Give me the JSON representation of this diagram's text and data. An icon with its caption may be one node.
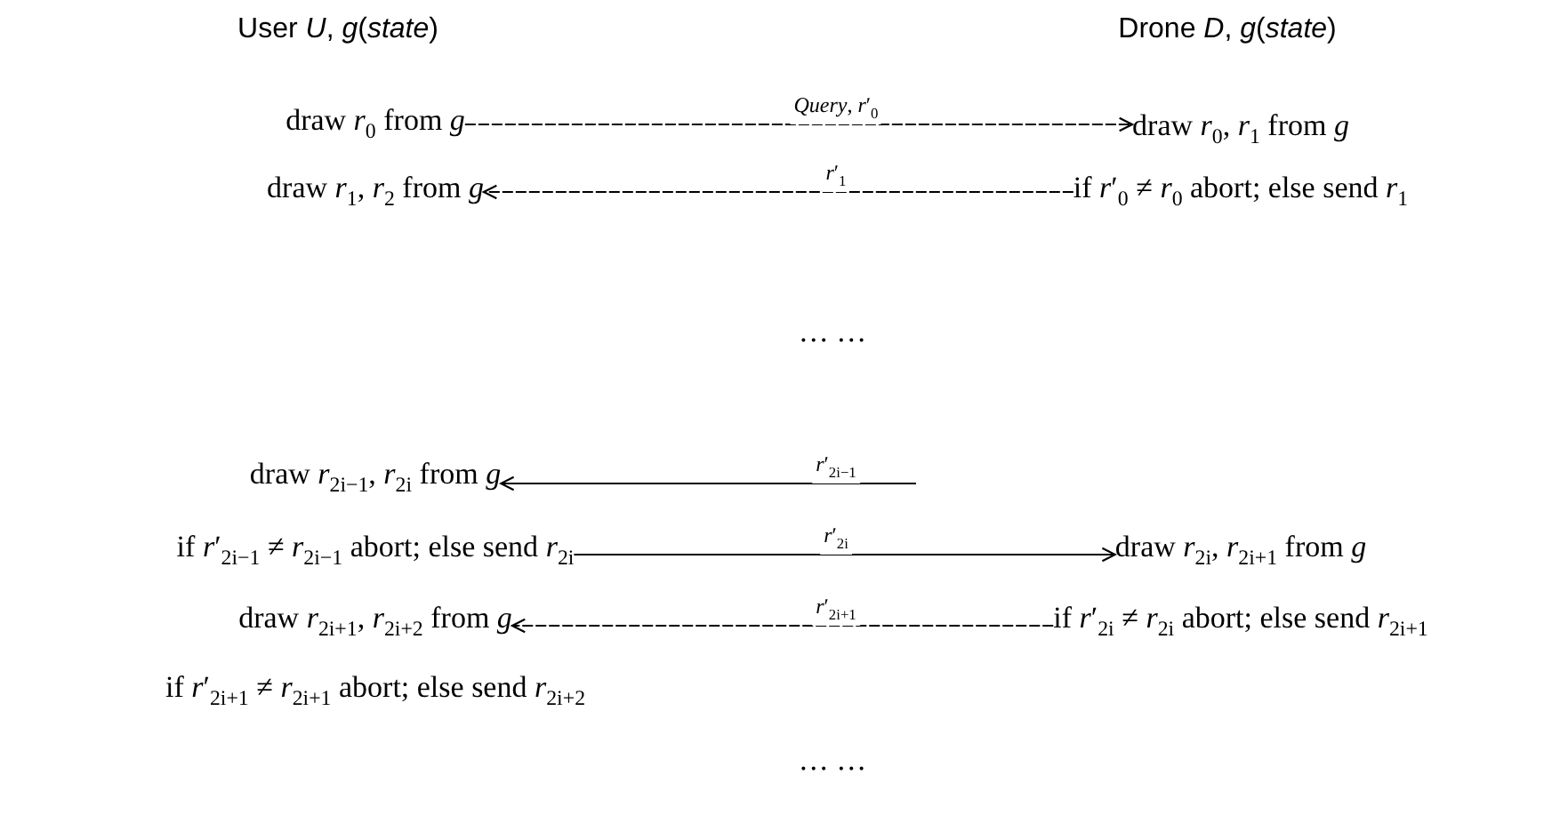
{
  "diagram": {
    "nodes": [
      {
        "text": [
          "draw *r*$_{0}$ from *g*"
        ]
      },
      {
        "text": [
          "draw *r*$_{0}$, *r*$_{1}$ from *g*"
        ]
      },
      {
        "text": [
          "draw *r*$_{1}$, *r*$_{2}$ from *g*"
        ]
      },
      {
        "text": [
          "if *r*′$_{0}$ ≠ *r*$_{0}$ abort; else send *r*$_{1}$"
        ]
      },
      {
        "text": [
          "draw *r*$_{2i−1}$, *r*$_{2i}$ from *g*"
        ]
      },
      {
        "text": [
          "if *r*′$_{2i−1}$ ≠ *r*$_{2i−1}$ abort; else send *r*$_{2i}$"
        ]
      },
      {
        "text": [
          "draw *r*$_{2i}$, *r*$_{2i+1}$ from *g*"
        ]
      },
      {
        "text": [
          "draw *r*$_{2i+1}$, *r*$_{2i+2}$ from *g*"
        ]
      },
      {
        "text": [
          "if *r*′$_{2i}$ ≠ *r*$_{2i}$ abort; else send *r*$_{2i+1}$"
        ]
      },
      {
        "text": [
          "if *r*′$_{2i+1}$ ≠ *r*$_{2i+1}$ abort; else send *r*$_{2i+2}$"
        ]
      }
    ],
    "edges": [
      {
        "from": 0,
        "to": 1,
        "arrow": "to",
        "label": "*Query*, *r*′$_{0}$",
        "style": "dashed"
      },
      {
        "from": 3,
        "to": 2,
        "arrow": "to",
        "label": "*r*′$_{1}$",
        "style": "dashed"
      },
      {
        "from": null,
        "to": 4,
        "arrow": "to",
        "label": "*r*′$_{2i−1}$"
      },
      {
        "from": 5,
        "to": 6,
        "arrow": "to",
        "label": "*r*′$_{2i}$"
      },
      {
        "from": 8,
        "to": 7,
        "arrow": "to",
        "label": "*r*′$_{2i+1}$",
        "style": "dashed"
      }
    ],
    "labels": [
      "User *U*, *g*(*state*)",
      "Drone *D*, *g*(*state*)",
      "… …",
      "… …"
    ]
  }
}
